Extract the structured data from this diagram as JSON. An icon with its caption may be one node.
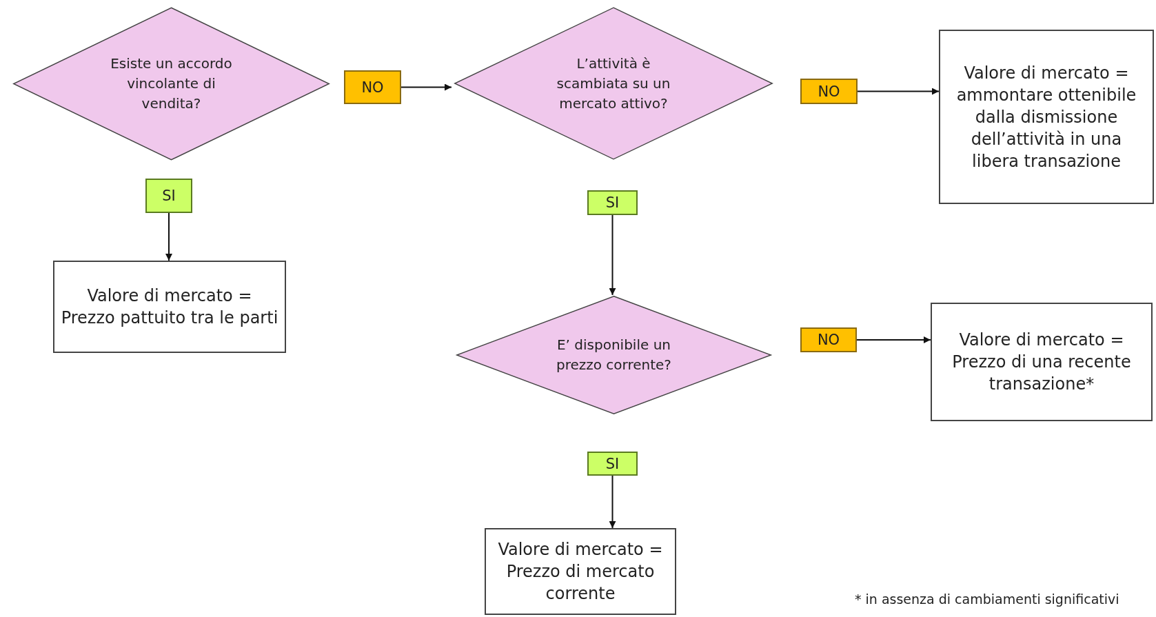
{
  "diagram": {
    "nodes": [
      {
        "text": [
          "Esiste un accordo vincolante di vendita?"
        ]
      },
      {
        "text": [
          "NO"
        ]
      },
      {
        "text": [
          "SI"
        ]
      },
      {
        "text": [
          "Valore di mercato = Prezzo pattuito tra le parti"
        ]
      },
      {
        "text": [
          "L’attività è scambiata su un mercato attivo?"
        ]
      },
      {
        "text": [
          "NO"
        ]
      },
      {
        "text": [
          "Valore di mercato = ammontare ottenibile dalla dismissione dell’attività in una libera transazione"
        ]
      },
      {
        "text": [
          "SI"
        ]
      },
      {
        "text": [
          "E’ disponibile un prezzo corrente?"
        ]
      },
      {
        "text": [
          "NO"
        ]
      },
      {
        "text": [
          "Valore di mercato = Prezzo di una recente transazione*"
        ]
      },
      {
        "text": [
          "SI"
        ]
      },
      {
        "text": [
          "Valore di mercato = Prezzo di mercato corrente"
        ]
      }
    ],
    "edges": [
      {
        "from": 1,
        "to": 4,
        "arrow": "to"
      },
      {
        "from": 2,
        "to": 3,
        "arrow": "to"
      },
      {
        "from": 5,
        "to": 6,
        "arrow": "to"
      },
      {
        "from": 7,
        "to": 8,
        "arrow": "to"
      },
      {
        "from": 9,
        "to": 10,
        "arrow": "to"
      },
      {
        "from": 11,
        "to": 12,
        "arrow": "to"
      }
    ],
    "labels": [
      "* in assenza di cambiamenti significativi"
    ]
  }
}
